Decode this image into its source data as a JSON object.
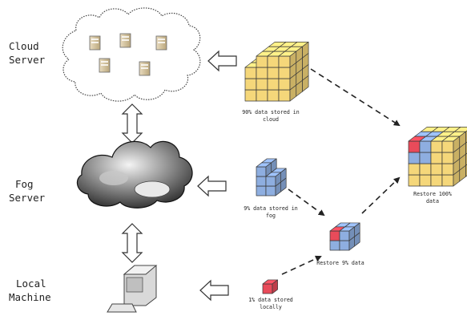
{
  "tiers": {
    "cloud": {
      "line1": "Cloud",
      "line2": "Server"
    },
    "fog": {
      "line1": "Fog",
      "line2": "Server"
    },
    "local": {
      "line1": "Local",
      "line2": "Machine"
    }
  },
  "captions": {
    "cloud_store": {
      "line1": "90% data stored in",
      "line2": "cloud"
    },
    "fog_store": {
      "line1": "9% data stored in",
      "line2": "fog"
    },
    "local_store": {
      "line1": "1% data stored",
      "line2": "locally"
    },
    "restore_fog": {
      "line1": "Restore 9% data"
    },
    "restore_full": {
      "line1": "Restore 100%",
      "line2": "data"
    }
  },
  "colors": {
    "cloud_cube": "#f5d77a",
    "fog_cube": "#8eaee0",
    "local_cube": "#e94b5a",
    "cube_edge": "#3a3a3a",
    "arrow": "#555555"
  },
  "icons": {
    "cloud_server": "cloud-with-servers-icon",
    "fog_server": "storm-cloud-icon",
    "local_machine": "desktop-computer-icon"
  }
}
